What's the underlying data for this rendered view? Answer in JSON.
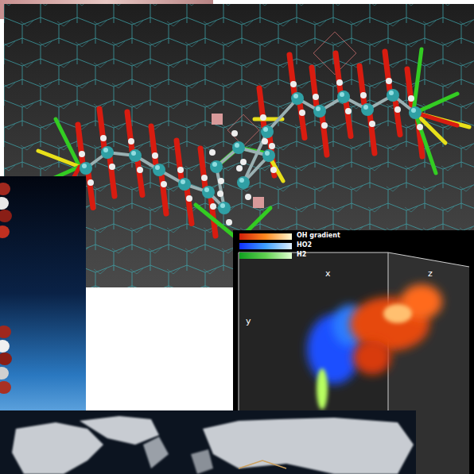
{
  "diagram": {
    "labels": [
      "x",
      "z",
      "y"
    ],
    "legend": [
      {
        "text": "OH gradient"
      },
      {
        "text": "HO2"
      },
      {
        "text": "H2"
      }
    ]
  }
}
